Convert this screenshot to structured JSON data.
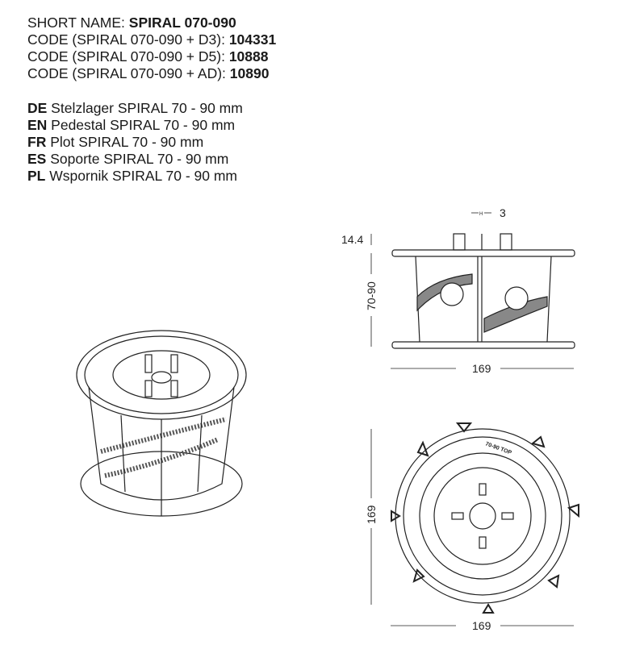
{
  "info": {
    "short_name_label": "SHORT NAME: ",
    "short_name": "SPIRAL 070-090",
    "codes": [
      {
        "label": "CODE (SPIRAL 070-090 + D3): ",
        "value": "104331"
      },
      {
        "label": "CODE (SPIRAL 070-090 + D5): ",
        "value": "10888"
      },
      {
        "label": "CODE (SPIRAL 070-090 + AD): ",
        "value": "10890"
      }
    ]
  },
  "languages": [
    {
      "code": "DE",
      "text": " Stelzlager SPIRAL 70 - 90 mm"
    },
    {
      "code": "EN",
      "text": " Pedestal SPIRAL 70 - 90 mm"
    },
    {
      "code": "FR",
      "text": " Plot  SPIRAL 70 - 90 mm"
    },
    {
      "code": "ES",
      "text": " Soporte SPIRAL 70 - 90 mm"
    },
    {
      "code": "PL",
      "text": " Wspornik SPIRAL 70 - 90 mm"
    }
  ],
  "dimensions": {
    "tab_width": "3",
    "tab_height": "14.4",
    "height_range": "70-90",
    "side_width": "169",
    "top_height": "169",
    "top_width": "169",
    "top_label": "70-90 TOP",
    "h_mark": "H"
  }
}
